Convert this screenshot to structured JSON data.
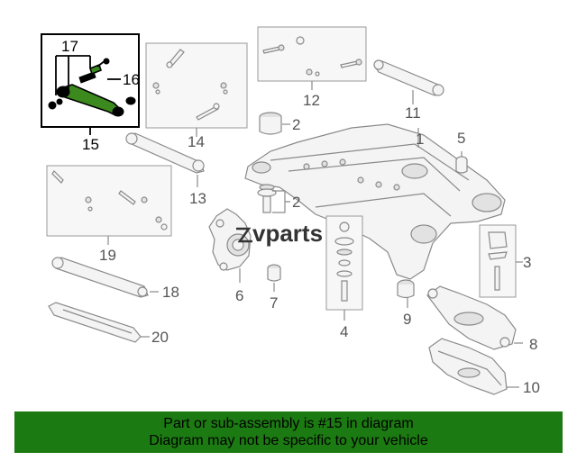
{
  "labels": {
    "l1": "1",
    "l2a": "2",
    "l2b": "2",
    "l3": "3",
    "l4": "4",
    "l5": "5",
    "l6": "6",
    "l7": "7",
    "l8": "8",
    "l9": "9",
    "l10": "10",
    "l11": "11",
    "l12": "12",
    "l13": "13",
    "l14": "14",
    "l15": "15",
    "l16": "16",
    "l17": "17",
    "l18": "18",
    "l19": "19",
    "l20": "20"
  },
  "watermark": "vparts",
  "banner": {
    "line1": "Part or sub-assembly is #15 in diagram",
    "line2": "Diagram may not be specific to your vehicle"
  },
  "colors": {
    "highlight": "#3c8a1e",
    "banner": "#1c7a12"
  }
}
